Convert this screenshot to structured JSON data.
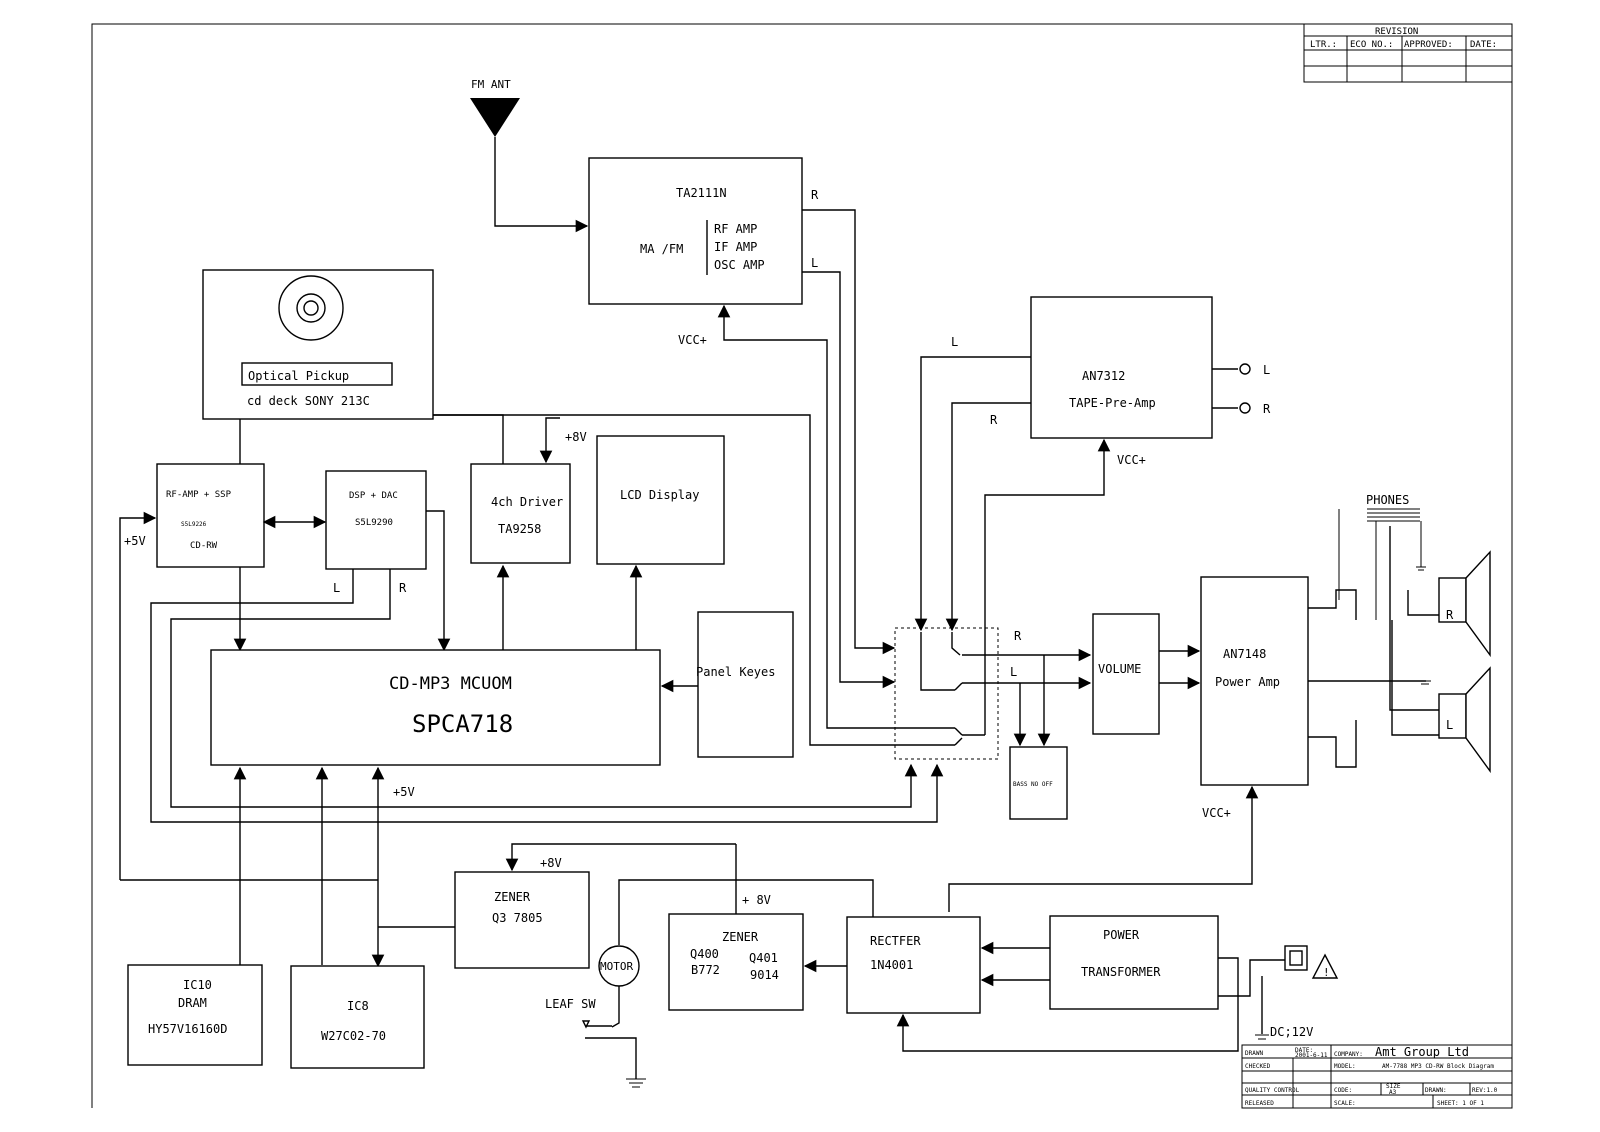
{
  "revision": {
    "title": "REVISION",
    "col_ltr": "LTR.:",
    "col_eco": "ECO NO.:",
    "col_approved": "APPROVED:",
    "col_date": "DATE:"
  },
  "fm_ant": "FM ANT",
  "tuner": {
    "chip": "TA2111N",
    "mode": "MA /FM",
    "f1": "RF AMP",
    "f2": "IF AMP",
    "f3": "OSC AMP",
    "r": "R",
    "l": "L",
    "vcc": "VCC+"
  },
  "cd_deck": {
    "pickup": "Optical Pickup",
    "model": "cd deck SONY 213C"
  },
  "rf_amp": {
    "title": "RF-AMP + SSP",
    "chip": "S5L9226",
    "sub": "CD-RW",
    "v5": "+5V"
  },
  "dsp": {
    "title": "DSP + DAC",
    "chip": "S5L9290",
    "l": "L",
    "r": "R"
  },
  "driver": {
    "title": "4ch Driver",
    "chip": "TA9258",
    "v8": "+8V"
  },
  "lcd": {
    "title": "LCD Display"
  },
  "panel": {
    "title": "Panel Keyes"
  },
  "mcu": {
    "title": "CD-MP3 MCUOM",
    "chip": "SPCA718",
    "v5": "+5V"
  },
  "preamp": {
    "chip": "AN7312",
    "title": "TAPE-Pre-Amp",
    "l": "L",
    "r": "R",
    "out_l": "L",
    "out_r": "R",
    "vcc": "VCC+"
  },
  "switch": {
    "r": "R",
    "l": "L"
  },
  "volume": {
    "title": "VOLUME"
  },
  "bass": {
    "title": "BASS NO OFF"
  },
  "power_amp": {
    "chip": "AN7148",
    "title": "Power Amp",
    "vcc": "VCC+"
  },
  "phones": "PHONES",
  "speakers": {
    "r": "R",
    "l": "L"
  },
  "zener1": {
    "title": "ZENER",
    "chip": "Q3 7805",
    "v8": "+8V"
  },
  "zener2": {
    "title": "ZENER",
    "q400": "Q400",
    "b772": "B772",
    "q401": "Q401",
    "n9014": "9014",
    "v8": "+ 8V"
  },
  "rectifier": {
    "title": "RECTFER",
    "chip": "1N4001"
  },
  "transformer": {
    "l1": "POWER",
    "l2": "TRANSFORMER"
  },
  "dc": "DC;12V",
  "motor": "MOTOR",
  "leaf_sw": "LEAF SW",
  "ic10": {
    "name": "IC10",
    "type": "DRAM",
    "chip": "HY57V16160D"
  },
  "ic8": {
    "name": "IC8",
    "chip": "W27C02-70"
  },
  "title_block": {
    "company_label": "COMPANY:",
    "company": "Amt Group Ltd",
    "model_label": "MODEL:",
    "model": "AM-7788 MP3 CD-RW Block Diagram",
    "code_label": "CODE:",
    "size_label": "SIZE",
    "size": "A3",
    "drawn_label": "DRAWN:",
    "rev": "REV:1.0",
    "scale_label": "SCALE:",
    "sheet": "SHEET: 1 OF 1",
    "drawn_by": "DRAWN",
    "date_label": "DATE:",
    "date": "2001-6-11",
    "checked": "CHECKED",
    "quality": "QUALITY CONTROL",
    "released": "RELEASED"
  }
}
